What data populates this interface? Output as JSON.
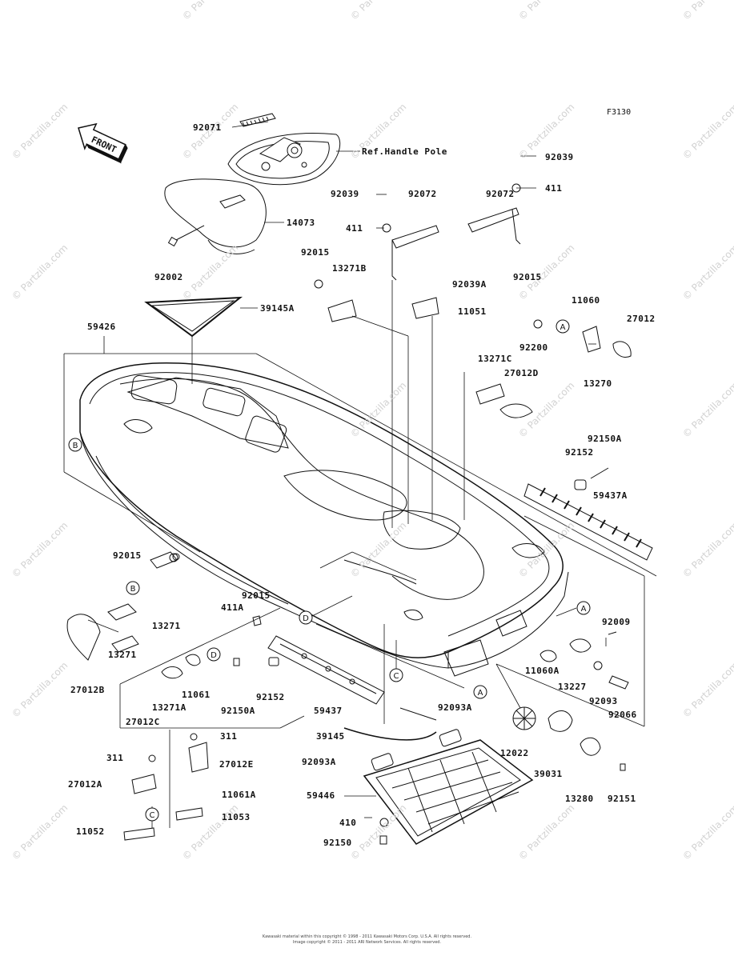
{
  "figure_code": "F3130",
  "front_label": "FRONT",
  "watermark": "© Partzilla.com",
  "copyright": [
    "Kawasaki material within this copyright © 1998 - 2011 Kawasaki Motors Corp. U.S.A. All rights reserved.",
    "Image copyright © 2011 - 2011 ARI Network Services. All rights reserved."
  ],
  "callouts": [
    "A",
    "B",
    "C",
    "D"
  ],
  "part_labels": {
    "p92071": "92071",
    "refHandlePole": "Ref.Handle Pole",
    "p92039_r": "92039",
    "p92039_m": "92039",
    "p92072_m": "92072",
    "p92072_r": "92072",
    "p411_r": "411",
    "p411_m": "411",
    "p14073": "14073",
    "p92002": "92002",
    "p92015_top": "92015",
    "p13271B": "13271B",
    "p92039A": "92039A",
    "p92015_r": "92015",
    "p11051": "11051",
    "p39145A": "39145A",
    "p59426": "59426",
    "p11060": "11060",
    "p27012": "27012",
    "p92200": "92200",
    "p13270": "13270",
    "p13271C": "13271C",
    "p27012D": "27012D",
    "p92150A_r": "92150A",
    "p92152_r": "92152",
    "p59437A": "59437A",
    "p92015_l": "92015",
    "p13271_a": "13271",
    "p13271_b": "13271",
    "p27012B": "27012B",
    "p92015_m": "92015",
    "p411A": "411A",
    "p11061": "11061",
    "p13271A": "13271A",
    "p27012C": "27012C",
    "p92152_m": "92152",
    "p92150A_m": "92150A",
    "p59437": "59437",
    "p92009": "92009",
    "p11060A": "11060A",
    "p13227": "13227",
    "p92093": "92093",
    "p92066": "92066",
    "p92093A_a": "92093A",
    "p39145": "39145",
    "p92093A_b": "92093A",
    "p12022": "12022",
    "p39031": "39031",
    "p13280": "13280",
    "p92151": "92151",
    "p311_a": "311",
    "p311_b": "311",
    "p27012E": "27012E",
    "p27012A": "27012A",
    "p11061A": "11061A",
    "p11053": "11053",
    "p11052": "11052",
    "p59446": "59446",
    "p410": "410",
    "p92150": "92150"
  }
}
